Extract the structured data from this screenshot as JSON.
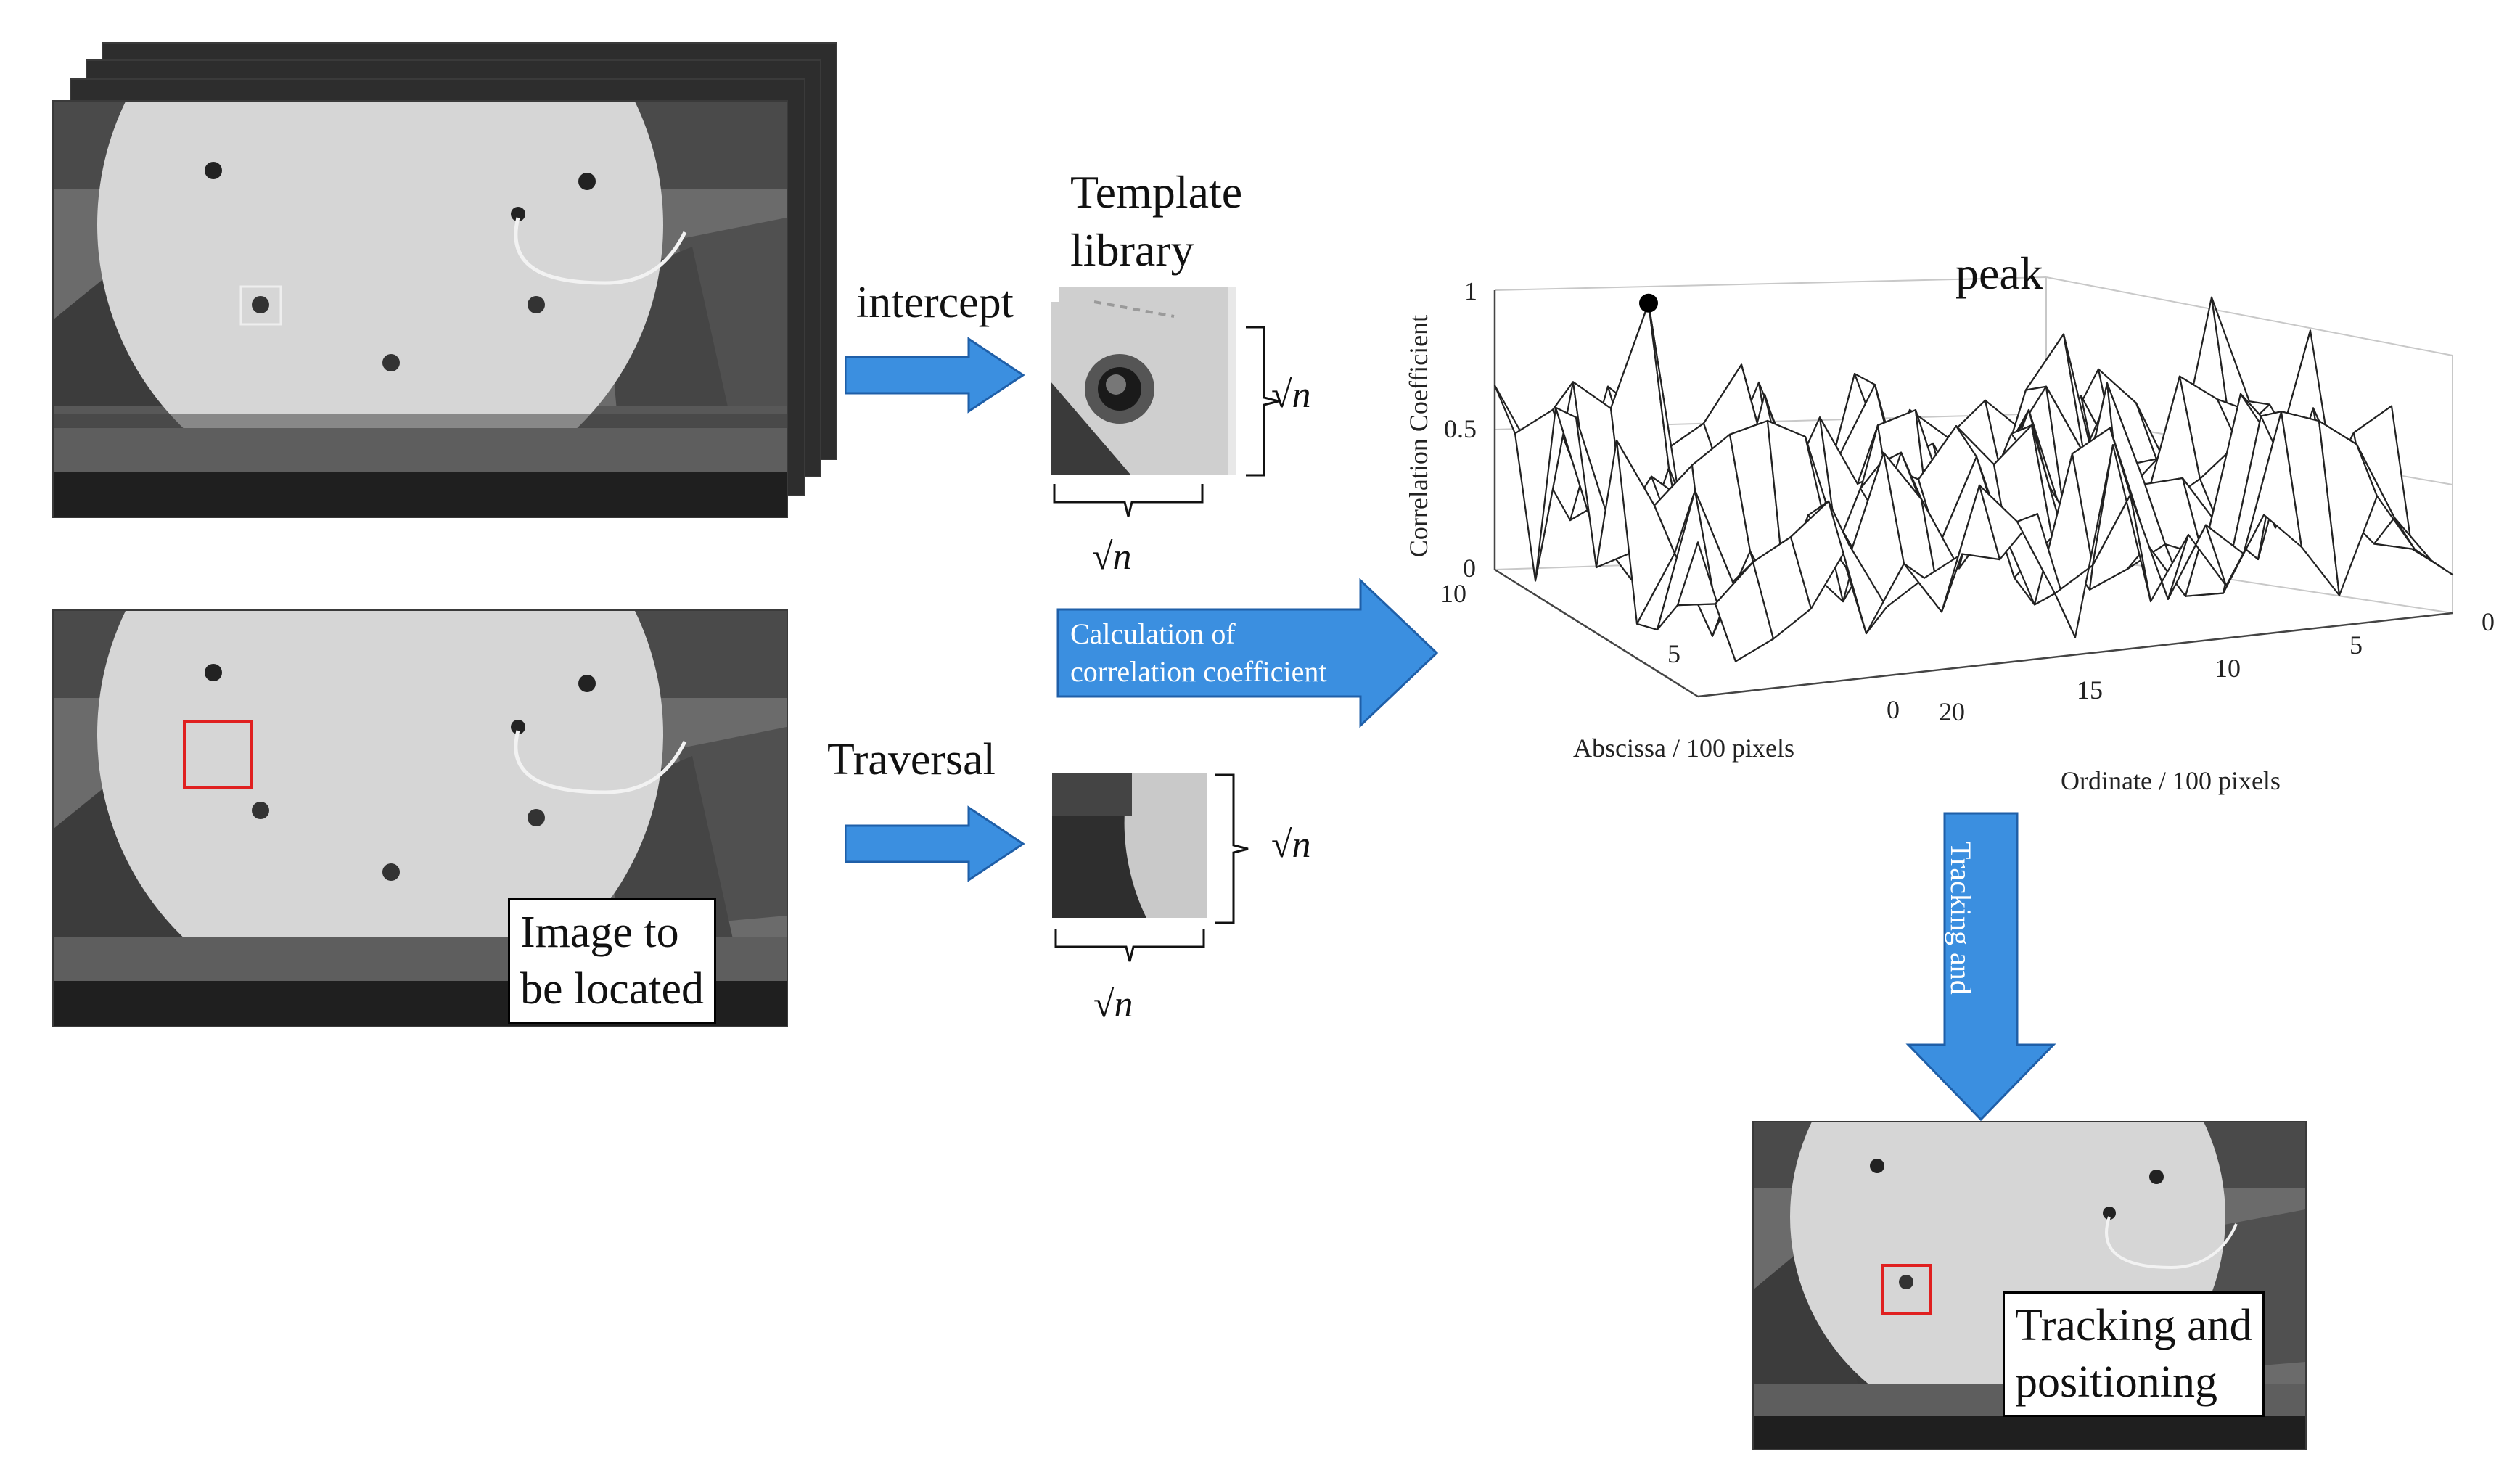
{
  "labels": {
    "intercept": "intercept",
    "template_library": "Template\nlibrary",
    "traversal": "Traversal",
    "image_to_be_located": "Image to\nbe located",
    "calculation": "Calculation of\ncorrelation coefficient",
    "tracking_arrow": "Tracking and\npositioning",
    "tracking_box": "Tracking and\npositioning",
    "peak": "peak",
    "sqrt_n": "√n"
  },
  "chart_data": {
    "type": "surface",
    "zlabel": "Correlation Coefficient",
    "xlabel": "Abscissa / 100 pixels",
    "ylabel": "Ordinate / 100 pixels",
    "z_ticks": [
      "1",
      "0.5",
      "0"
    ],
    "abscissa_ticks": [
      "10",
      "5",
      "0"
    ],
    "ordinate_ticks": [
      "20",
      "15",
      "10",
      "5",
      "0"
    ],
    "zlim": [
      0,
      1
    ],
    "peak_value": 1
  },
  "colors": {
    "arrow": "#3b8fe0",
    "arrow_border": "#1f5fa8",
    "highlight_box": "#e02020"
  }
}
